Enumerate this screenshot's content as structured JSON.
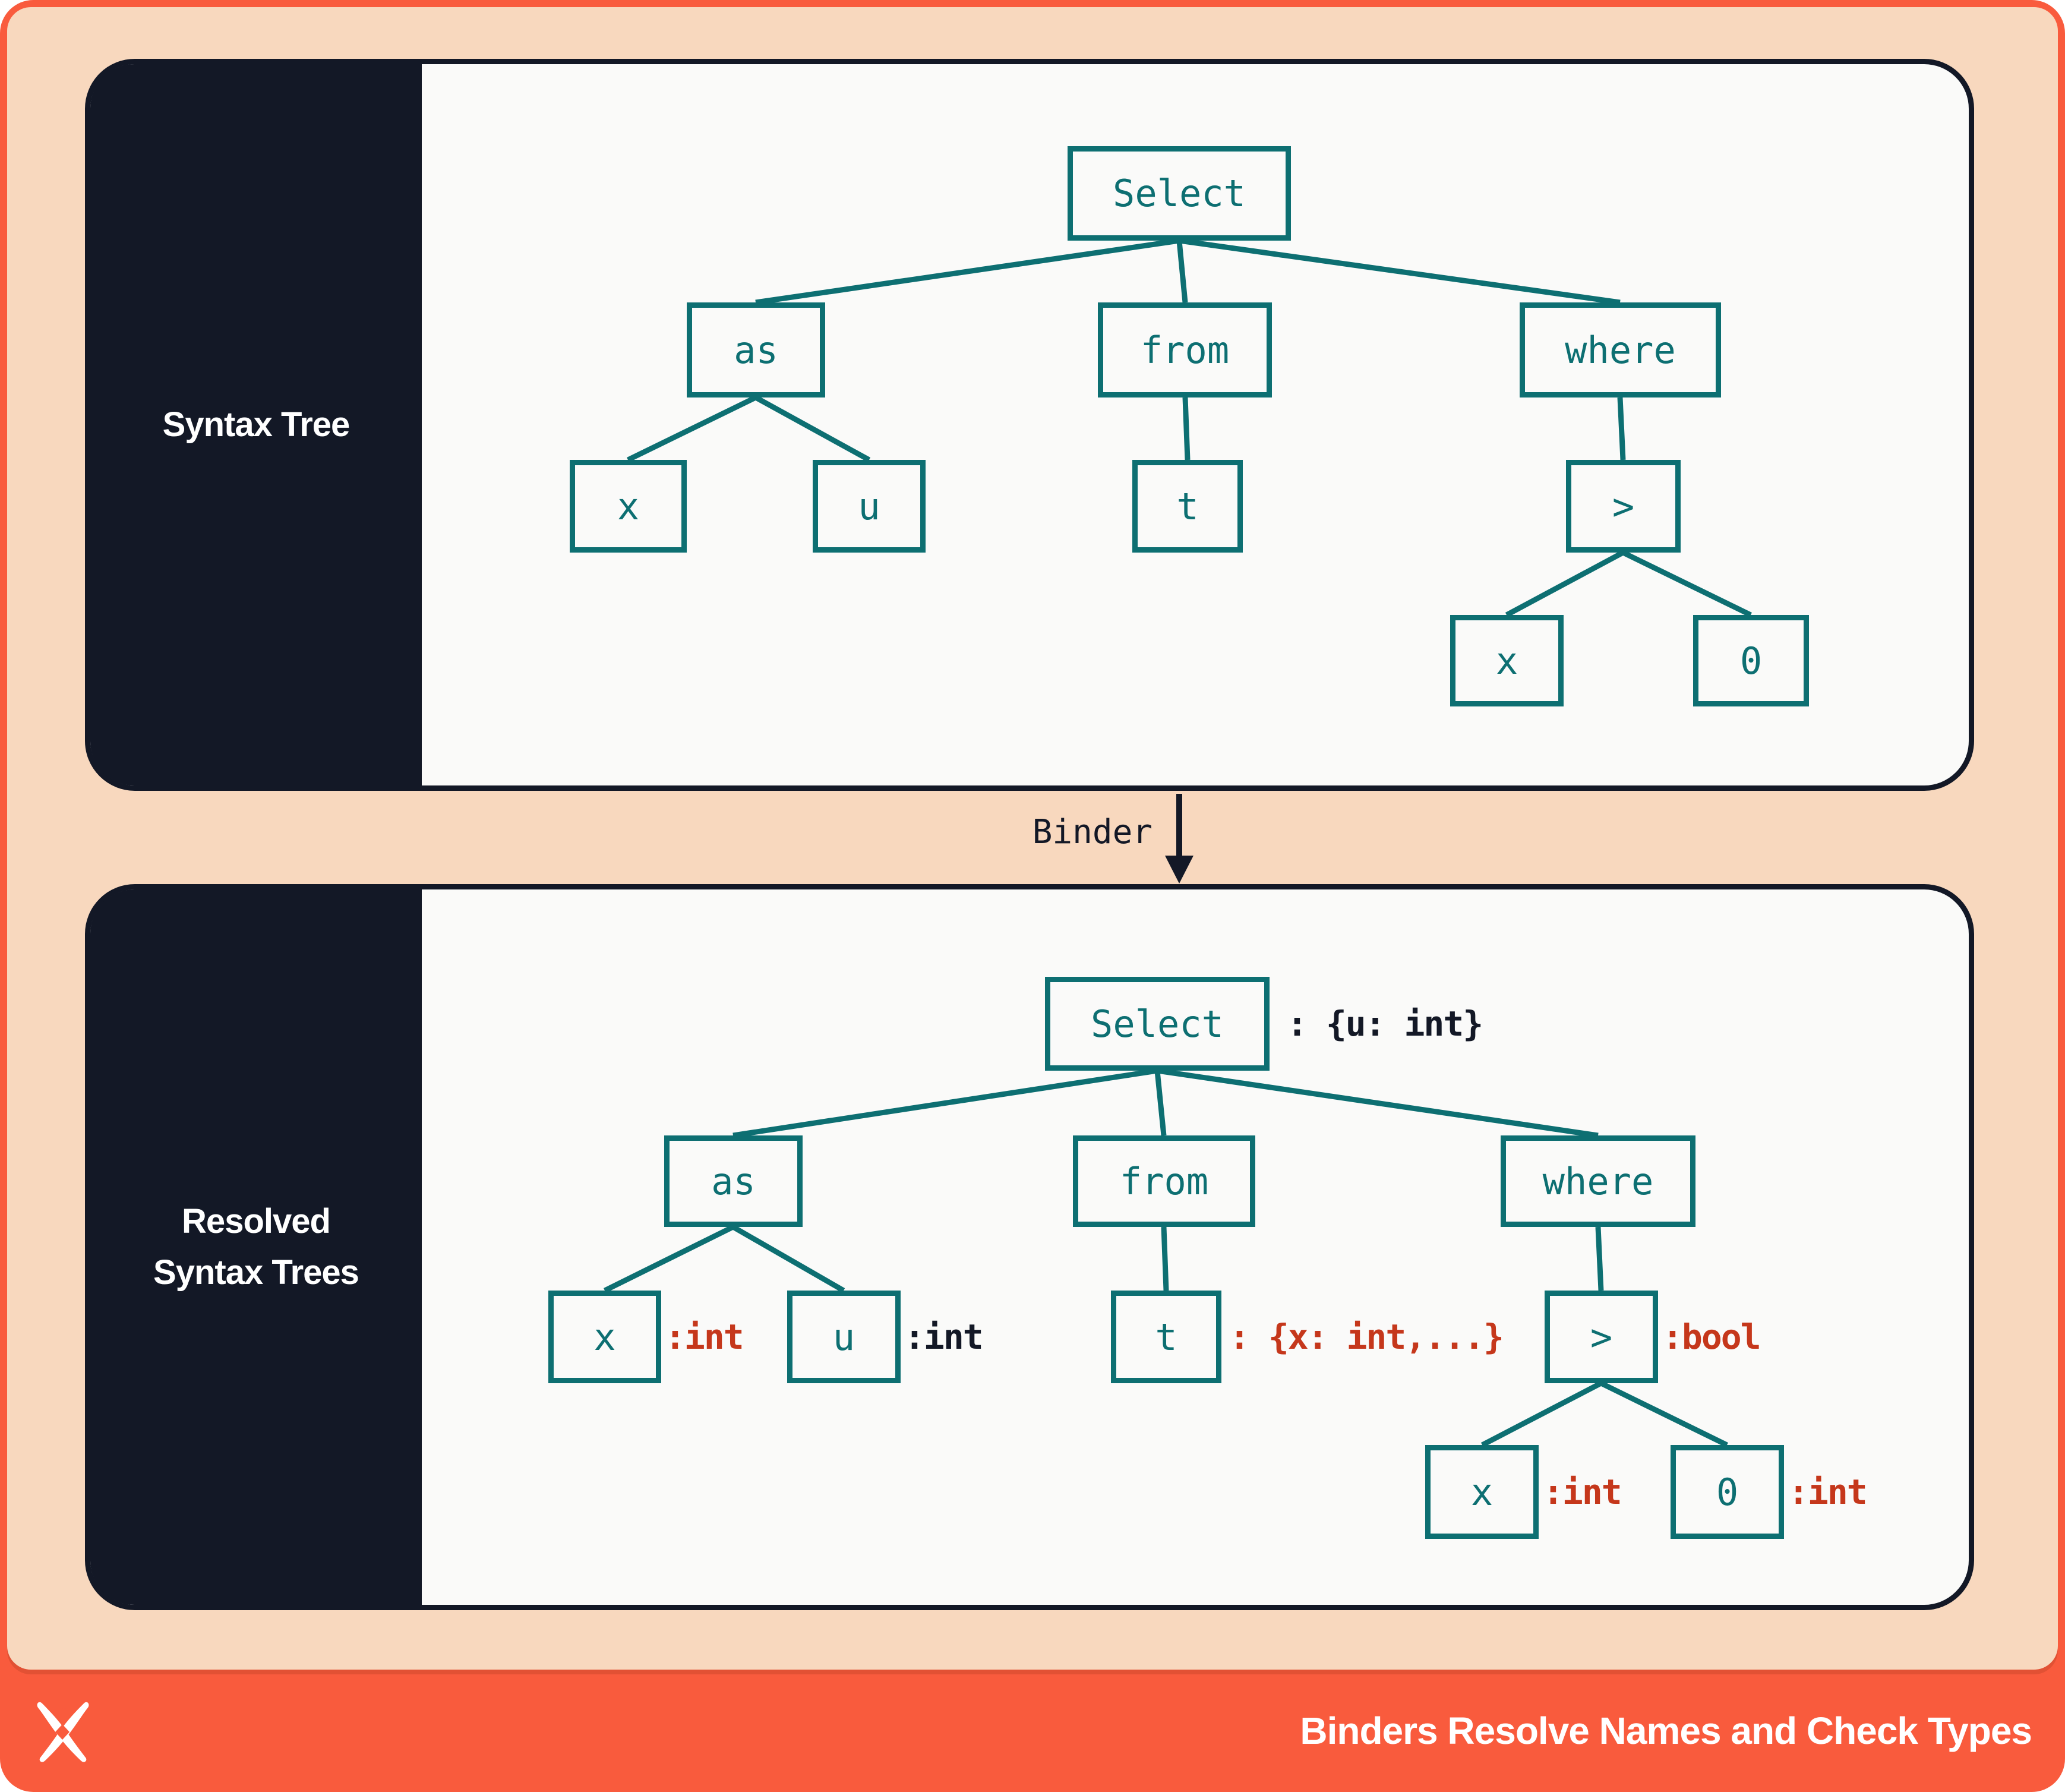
{
  "panels": {
    "top": {
      "label": "Syntax Tree",
      "nodes": {
        "select": "Select",
        "as": "as",
        "from": "from",
        "where": "where",
        "x1": "x",
        "u": "u",
        "t": "t",
        "gt": ">",
        "x2": "x",
        "zero": "0"
      }
    },
    "bottom": {
      "label_line1": "Resolved",
      "label_line2": "Syntax Trees",
      "nodes": {
        "select": "Select",
        "as": "as",
        "from": "from",
        "where": "where",
        "x1": "x",
        "u": "u",
        "t": "t",
        "gt": ">",
        "x2": "x",
        "zero": "0"
      },
      "annotations": {
        "select": ": {u: int}",
        "x1": ":int",
        "u": ":int",
        "t": ": {x: int,...}",
        "gt": ":bool",
        "x2": ":int",
        "zero": ":int"
      }
    }
  },
  "binder": {
    "label": "Binder"
  },
  "footer": {
    "title": "Binders Resolve Names and Check Types",
    "logo": "dxos-x-logo"
  },
  "colors": {
    "frame_orange": "#F95B3D",
    "background_peach": "#F8D8BE",
    "panel_navy": "#131826",
    "panel_offwhite": "#FAFAF9",
    "tree_teal": "#0D6F72",
    "type_red": "#C5371B",
    "type_navy": "#131826"
  }
}
